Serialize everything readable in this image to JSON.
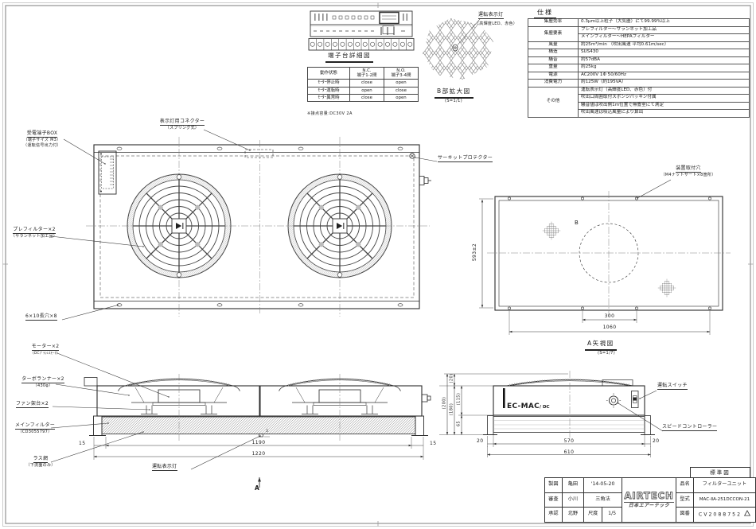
{
  "spec": {
    "title": "仕様",
    "rows": [
      {
        "label": "集塵効率",
        "value": "0.3μm以上粒子（大気塵）にて99.99%以上"
      },
      {
        "label": "集塵要素",
        "value": "プレフィルター〜サランネット加工品"
      },
      {
        "label": "",
        "value": "メインフィルター〜HEPAフィルター"
      },
      {
        "label": "風量",
        "value": "約25m³/min （吹出風速 平均0.61m/sec）"
      },
      {
        "label": "構造",
        "value": "SUS430"
      },
      {
        "label": "騒音",
        "value": "約57dBA"
      },
      {
        "label": "重量",
        "value": "約25kg"
      },
      {
        "label": "電源",
        "value": "AC200V 1Φ 50/60Hz"
      },
      {
        "label": "消費電力",
        "value": "約125W（約195VA）"
      },
      {
        "label": "その他",
        "value": "運転表示灯（高輝度LED、赤色）付"
      },
      {
        "label": "",
        "value": "吹出口周囲取付スポンジパッキン付属"
      },
      {
        "label": "",
        "value": "騒音値は吹出側1m位置で無響室にて測定"
      },
      {
        "label": "",
        "value": "吹出風速は吸込風量により算出"
      }
    ]
  },
  "terminal_detail": {
    "title": "端子台詳細図",
    "note": "※接点容量:DC30V 2A",
    "op_table": {
      "h_state": "動作状態",
      "h_nc1": "N.C.",
      "h_nc2": "端子1-2間",
      "h_no1": "N.O.",
      "h_no2": "端子3-4間",
      "rows": [
        {
          "state": "ﾓｰﾀｰ停止時",
          "nc": "close",
          "no": "open"
        },
        {
          "state": "ﾓｰﾀｰ運転時",
          "nc": "open",
          "no": "close"
        },
        {
          "state": "ﾓｰﾀｰ異常時",
          "nc": "close",
          "no": "open"
        }
      ]
    }
  },
  "b_detail": {
    "label1": "運転表示灯",
    "label2": "（高輝度LED、赤色）",
    "title": "B部拡大図",
    "scale": "(S=1/1)"
  },
  "plan": {
    "power_box": [
      "受電端子BOX",
      "（端子サイズ M3）",
      "（運転信号出力付）"
    ],
    "connector": [
      "表示灯用コネクター",
      "（スプリング式）"
    ],
    "circuit_protector": "サーキットプロテクター",
    "prefilter": [
      "プレフィルター×2",
      "（サランネット加工品）"
    ],
    "slot": "6×10長穴×8"
  },
  "a_view": {
    "title": "A矢視図",
    "scale": "(S=1/7)",
    "mount": [
      "装置取付穴",
      "（M4ナットサート×8箇所）"
    ],
    "b_mark": "B",
    "dim_h": "593±2",
    "dim_300": "300",
    "dim_1060": "1060"
  },
  "front": {
    "motor": [
      "モーター×2",
      "(DCﾌﾞﾗｼﾚｽﾓｰﾀ)"
    ],
    "runner": [
      "ターボランナー×2",
      "（430φ）"
    ],
    "stand": "ファン架台×2",
    "main_filter": [
      "メインフィルター",
      "（CD3055797）"
    ],
    "lath": [
      "ラス網",
      "（下流面のみ）"
    ],
    "run_light": "運転表示灯",
    "d15l": "15",
    "d1190": "1190",
    "d15r": "15",
    "d1220": "1220",
    "d3": "3",
    "arrow": "A"
  },
  "side": {
    "brand": "EC-MAC",
    "brand2": "/ DC",
    "switch": "運転スイッチ",
    "speed": "スピードコントローラー",
    "d20t": "(20)",
    "d200": "(200)",
    "d180": "(180)",
    "d115": "(115)",
    "d65": "65",
    "d20l": "20",
    "d570": "570",
    "d20r": "20",
    "d610": "610"
  },
  "title_block": {
    "standard": "標準図",
    "r1c1": "製図",
    "r1c2": "亀田",
    "r1c3": "'14-05-20",
    "r2c1": "審査",
    "r2c2": "小川",
    "r2c3": "三角法",
    "r3c1": "承認",
    "r3c2": "北野",
    "r3c3a": "尺度",
    "r3c3b": "1/5",
    "logo": "AIRTECH",
    "logo_sub": "日本エアーテック",
    "p_label": "品名",
    "p_value": "フィルターユニット",
    "m_label": "型式",
    "m_value": "MAC-ⅡA-251DCCON-21",
    "d_label": "図番",
    "d_value": "CV2088752"
  }
}
